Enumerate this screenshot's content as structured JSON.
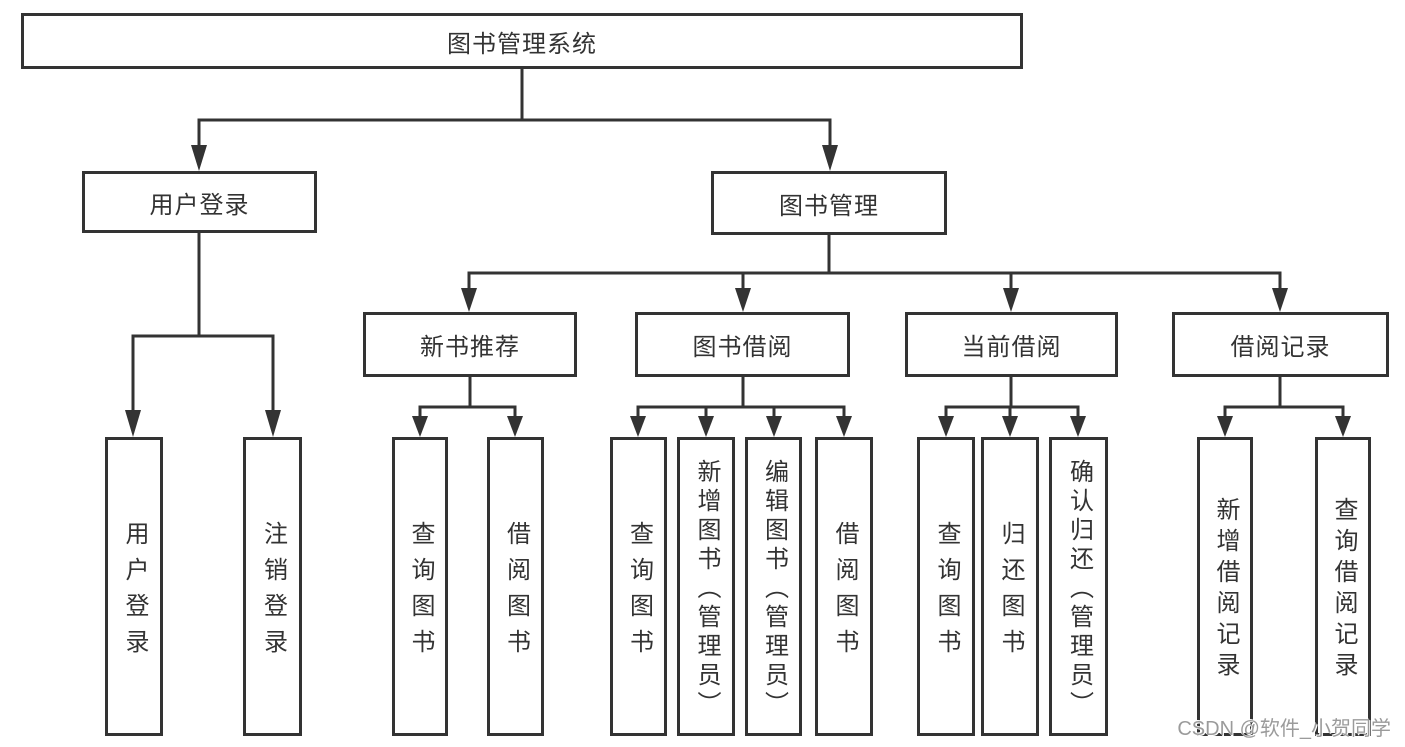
{
  "diagram": {
    "title": "图书管理系统",
    "level2": [
      {
        "label": "用户登录"
      },
      {
        "label": "图书管理"
      }
    ],
    "level3": [
      {
        "label": "新书推荐"
      },
      {
        "label": "图书借阅"
      },
      {
        "label": "当前借阅"
      },
      {
        "label": "借阅记录"
      }
    ],
    "leaves": [
      {
        "label": "用户登录"
      },
      {
        "label": "注销登录"
      },
      {
        "label": "查询图书"
      },
      {
        "label": "借阅图书"
      },
      {
        "label": "查询图书"
      },
      {
        "label": "新增图书（管理员）"
      },
      {
        "label": "编辑图书（管理员）"
      },
      {
        "label": "借阅图书"
      },
      {
        "label": "查询图书"
      },
      {
        "label": "归还图书"
      },
      {
        "label": "确认归还（管理员）"
      },
      {
        "label": "新增借阅记录"
      },
      {
        "label": "查询借阅记录"
      }
    ],
    "colors": {
      "line": "#333333",
      "text": "#333333",
      "background": "#ffffff",
      "watermark": "#9b9b9b"
    }
  },
  "watermark": {
    "text": "CSDN @软件_小贺同学"
  }
}
